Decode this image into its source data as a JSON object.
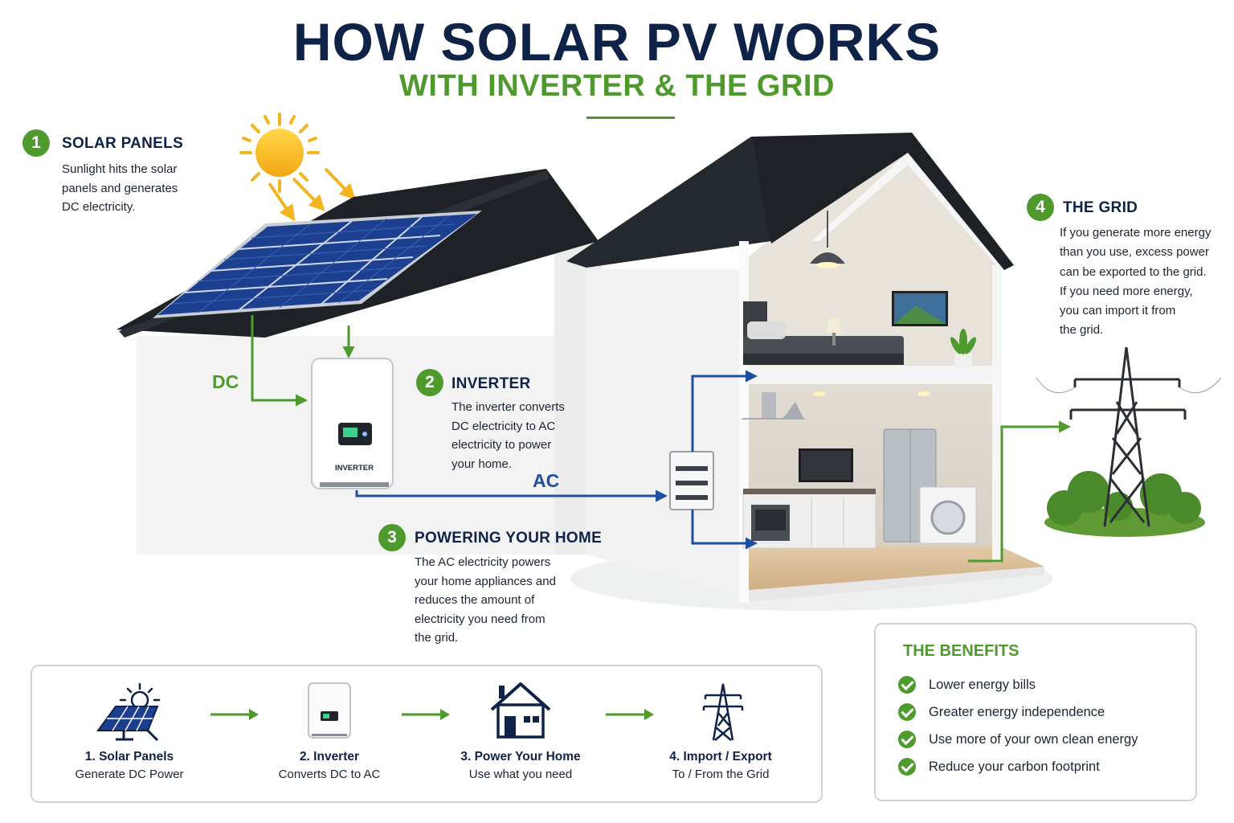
{
  "header": {
    "title": "HOW SOLAR PV WORKS",
    "subtitle": "WITH INVERTER & THE GRID"
  },
  "steps": [
    {
      "number": "1",
      "title": "SOLAR PANELS",
      "text": "Sunlight hits the solar\npanels and generates\nDC electricity."
    },
    {
      "number": "2",
      "title": "INVERTER",
      "text": "The inverter converts\nDC electricity to AC\nelectricity to power\nyour home."
    },
    {
      "number": "3",
      "title": "POWERING YOUR HOME",
      "text": "The AC electricity powers\nyour home appliances and\nreduces the amount of\nelectricity you need from\nthe grid."
    },
    {
      "number": "4",
      "title": "THE GRID",
      "text": "If you generate more energy\nthan you use, excess power\ncan be exported to the grid.\nIf you need more energy,\nyou can import it from\nthe grid."
    }
  ],
  "labels": {
    "dc": "DC",
    "ac": "AC",
    "inverter_device": "INVERTER"
  },
  "process": [
    {
      "title": "1. Solar Panels",
      "desc": "Generate DC Power",
      "icon": "solar-panel-icon"
    },
    {
      "title": "2. Inverter",
      "desc": "Converts DC to AC",
      "icon": "inverter-icon"
    },
    {
      "title": "3. Power Your Home",
      "desc": "Use what you need",
      "icon": "house-icon"
    },
    {
      "title": "4. Import / Export",
      "desc": "To / From the Grid",
      "icon": "pylon-icon"
    }
  ],
  "benefits": {
    "title": "THE BENEFITS",
    "items": [
      "Lower energy bills",
      "Greater energy independence",
      "Use more of your own clean energy",
      "Reduce your carbon footprint"
    ]
  },
  "colors": {
    "navy": "#0f2247",
    "green": "#4e9a2c",
    "dc_line": "#4e9a2c",
    "ac_line": "#1f4fa0",
    "panel_blue": "#1d3f8f"
  }
}
